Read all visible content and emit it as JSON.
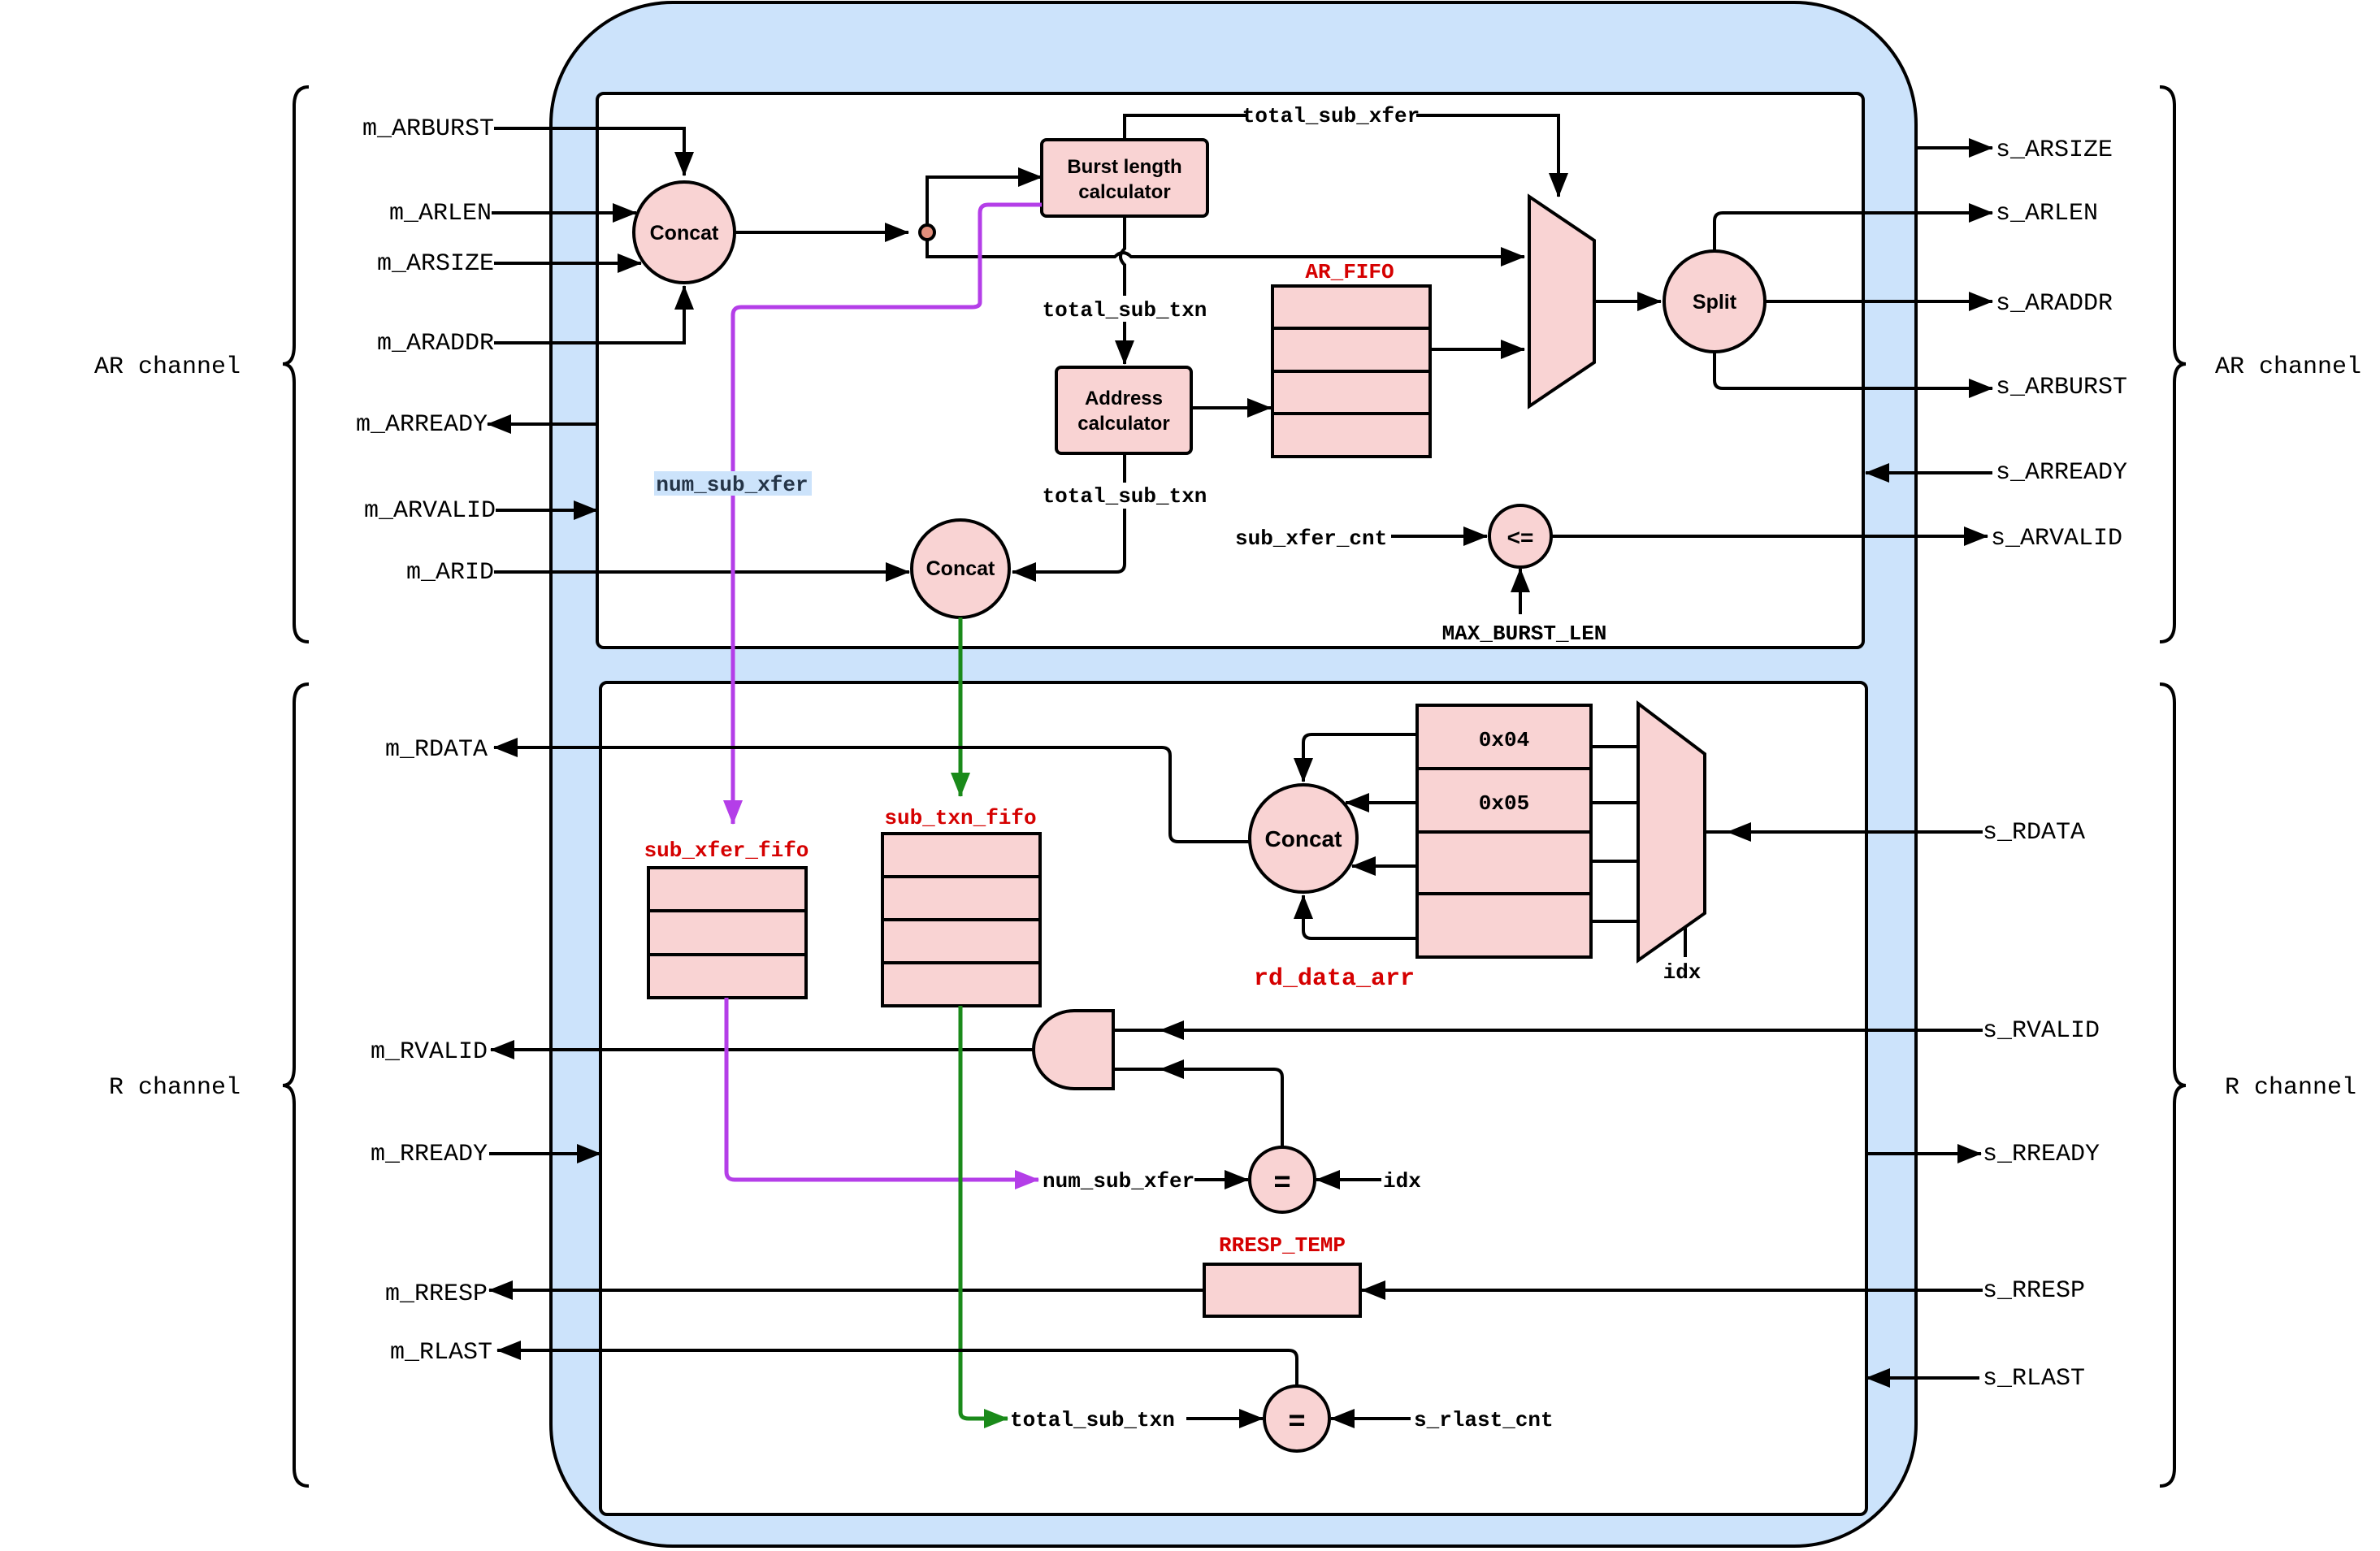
{
  "channels": {
    "ar_left": "AR channel",
    "ar_right": "AR channel",
    "r_left": "R channel",
    "r_right": "R channel"
  },
  "left_signals": {
    "m_arburst": "m_ARBURST",
    "m_arlen": "m_ARLEN",
    "m_arsize": "m_ARSIZE",
    "m_araddr": "m_ARADDR",
    "m_arready": "m_ARREADY",
    "m_arvalid": "m_ARVALID",
    "m_arid": "m_ARID",
    "m_rdata": "m_RDATA",
    "m_rvalid": "m_RVALID",
    "m_rready": "m_RREADY",
    "m_rresp": "m_RRESP",
    "m_rlast": "m_RLAST"
  },
  "right_signals": {
    "s_arsize": "s_ARSIZE",
    "s_arlen": "s_ARLEN",
    "s_araddr": "s_ARADDR",
    "s_arburst": "s_ARBURST",
    "s_arready": "s_ARREADY",
    "s_arvalid": "s_ARVALID",
    "s_rdata": "s_RDATA",
    "s_rvalid": "s_RVALID",
    "s_rready": "s_RREADY",
    "s_rresp": "s_RRESP",
    "s_rlast": "s_RLAST"
  },
  "blocks": {
    "concat_1": "Concat",
    "concat_2": "Concat",
    "concat_3": "Concat",
    "burst_calc_line1": "Burst length",
    "burst_calc_line2": "calculator",
    "addr_calc_line1": "Address",
    "addr_calc_line2": "calculator",
    "split": "Split",
    "le_op": "<=",
    "eq_op_1": "=",
    "eq_op_2": "="
  },
  "fifos": {
    "ar_fifo": "AR_FIFO",
    "sub_xfer_fifo": "sub_xfer_fifo",
    "sub_txn_fifo": "sub_txn_fifo",
    "rresp_temp": "RRESP_TEMP",
    "rd_data_arr": "rd_data_arr",
    "rd_cell_0": "0x04",
    "rd_cell_1": "0x05"
  },
  "wire_labels": {
    "total_sub_xfer": "total_sub_xfer",
    "total_sub_txn_1": "total_sub_txn",
    "total_sub_txn_2": "total_sub_txn",
    "total_sub_txn_3": "total_sub_txn",
    "num_sub_xfer_1": "num_sub_xfer",
    "num_sub_xfer_2": "num_sub_xfer",
    "sub_xfer_cnt": "sub_xfer_cnt",
    "max_burst_len": "MAX_BURST_LEN",
    "idx_1": "idx",
    "idx_2": "idx",
    "s_rlast_cnt": "s_rlast_cnt"
  },
  "colors": {
    "outer_fill": "#cce3fb",
    "block_fill": "#f9d3d3",
    "purple_wire": "#b43ee8",
    "green_wire": "#1a8a1a",
    "red_label": "#d50000"
  }
}
